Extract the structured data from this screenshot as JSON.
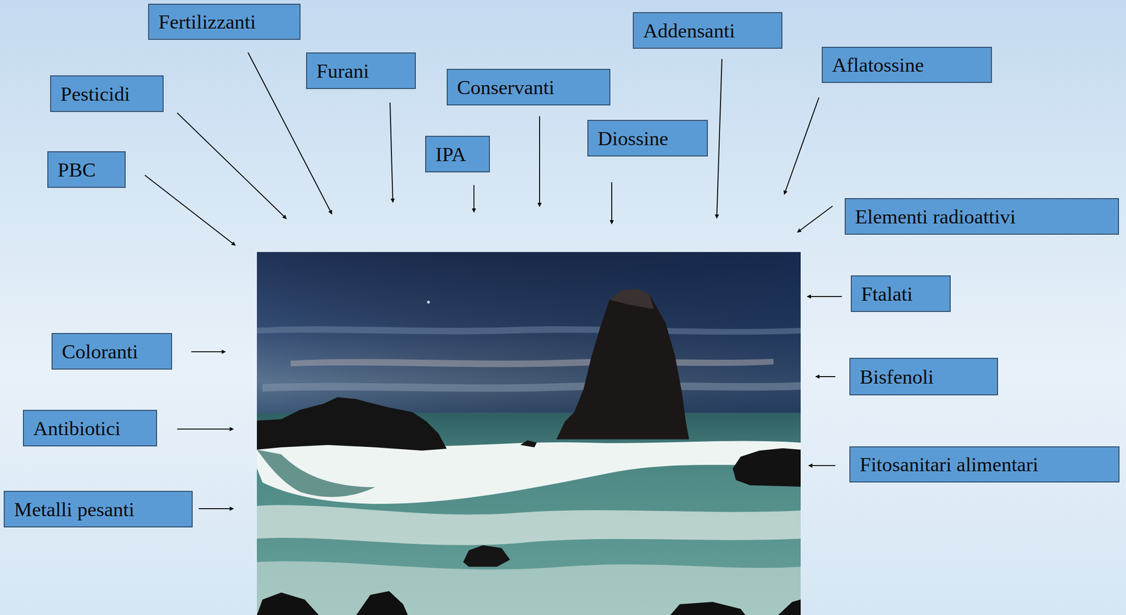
{
  "diagram": {
    "nodes": [
      {
        "text": [
          "Fertilizzanti"
        ]
      },
      {
        "text": [
          "Addensanti"
        ]
      },
      {
        "text": [
          "Aflatossine"
        ]
      },
      {
        "text": [
          "Furani"
        ]
      },
      {
        "text": [
          "Conservanti"
        ]
      },
      {
        "text": [
          "Pesticidi"
        ]
      },
      {
        "text": [
          "Diossine"
        ]
      },
      {
        "text": [
          "IPA"
        ]
      },
      {
        "text": [
          "PBC"
        ]
      },
      {
        "text": [
          "Elementi radioattivi"
        ]
      },
      {
        "text": [
          "Ftalati"
        ]
      },
      {
        "text": [
          "Coloranti"
        ]
      },
      {
        "text": [
          "Bisfenoli"
        ]
      },
      {
        "text": [
          "Antibiotici"
        ]
      },
      {
        "text": [
          "Fitosanitari alimentari"
        ]
      },
      {
        "text": [
          "Metalli pesanti"
        ]
      }
    ]
  }
}
